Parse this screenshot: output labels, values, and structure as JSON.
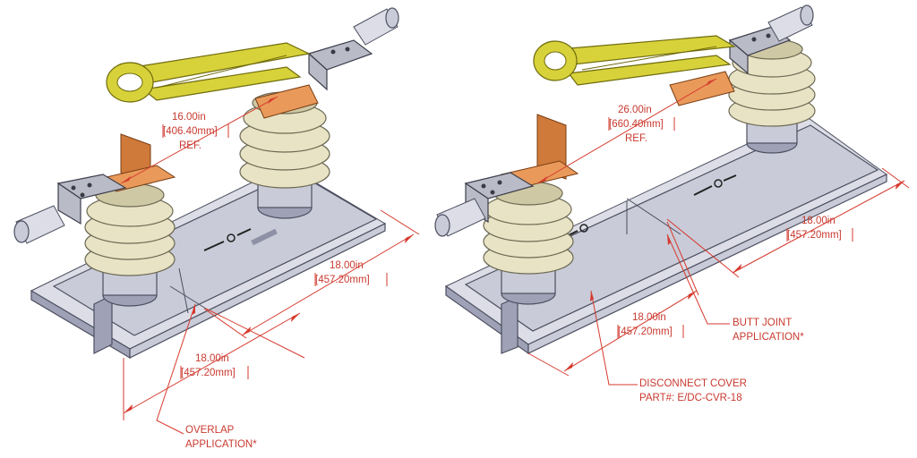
{
  "left": {
    "ref_dim": {
      "inch": "16.00in",
      "mm": "[406.40mm]",
      "ref": "REF."
    },
    "right_dim": {
      "inch": "18.00in",
      "mm": "[457.20mm]"
    },
    "bottom_dim": {
      "inch": "18.00in",
      "mm": "[457.20mm]"
    },
    "callout": {
      "line1": "OVERLAP",
      "line2": "APPLICATION*"
    }
  },
  "right": {
    "ref_dim": {
      "inch": "26.00in",
      "mm": "[660.40mm]",
      "ref": "REF."
    },
    "right_dim": {
      "inch": "18.00in",
      "mm": "[457.20mm]"
    },
    "bottom_dim": {
      "inch": "18.00in",
      "mm": "[457.20mm]"
    },
    "callout_butt": {
      "line1": "BUTT JOINT",
      "line2": "APPLICATION*"
    },
    "callout_cover": {
      "line1": "DISCONNECT COVER",
      "line2": "PART#: E/DC-CVR-18"
    }
  },
  "colors": {
    "dimension": "#d63a2e",
    "channel": "#c9cbd8",
    "insulator": "#e9e3c5",
    "copper_terminal": "#cf7a3a",
    "switch_arm": "#d7d23a"
  }
}
